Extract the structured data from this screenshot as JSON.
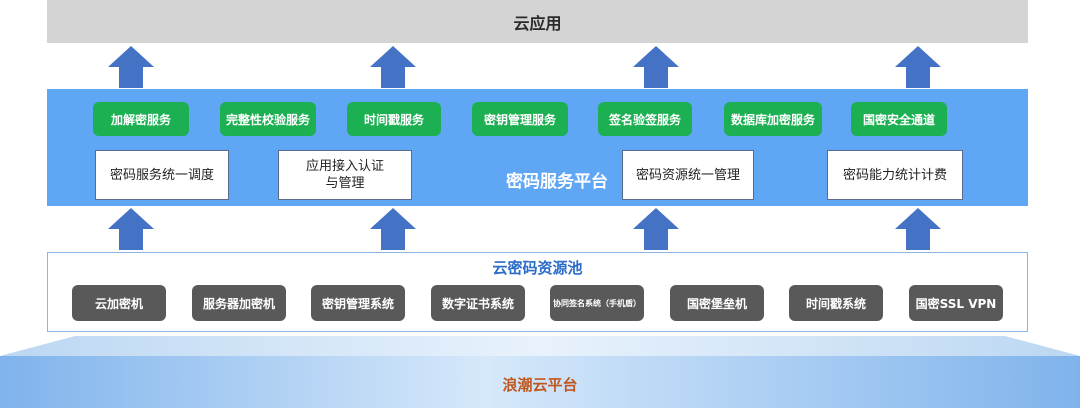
{
  "cloud_app": {
    "label": "云应用"
  },
  "platform": {
    "title": "密码服务平台",
    "services": [
      "加解密服务",
      "完整性校验服务",
      "时间戳服务",
      "密钥管理服务",
      "签名验签服务",
      "数据库加密服务",
      "国密安全通道"
    ],
    "management": [
      {
        "line1": "密码服务统一调度",
        "line2": ""
      },
      {
        "line1": "应用接入认证",
        "line2": "与管理"
      },
      {
        "line1": "密码资源统一管理",
        "line2": ""
      },
      {
        "line1": "密码能力统计计费",
        "line2": ""
      }
    ]
  },
  "pool": {
    "title": "云密码资源池",
    "items": [
      "云加密机",
      "服务器加密机",
      "密钥管理系统",
      "数字证书系统",
      "协同签名系统（手机盾）",
      "国密堡垒机",
      "时间戳系统",
      "国密SSL VPN"
    ]
  },
  "base": {
    "label": "浪潮云平台"
  },
  "colors": {
    "arrow": "#4472c4",
    "platform_bg": "#5fa6f5",
    "service_green": "#1db053",
    "pool_item_gray": "#595959",
    "cloud_app_gray": "#d4d4d4",
    "base_label": "#c0571f"
  },
  "icons": {
    "arrow": "arrow-up-icon"
  }
}
